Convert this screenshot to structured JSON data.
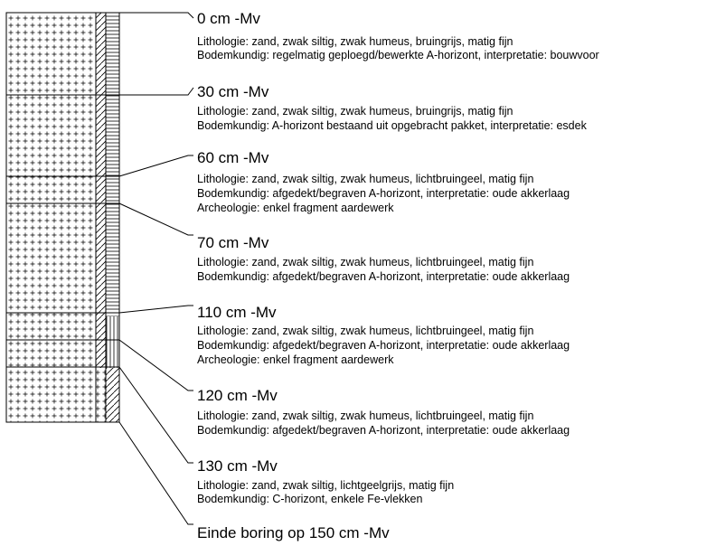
{
  "layers": [
    {
      "depth": "0 cm -Mv",
      "lines": [
        "Lithologie: zand, zwak siltig, zwak humeus, bruingrijs, matig fijn",
        "Bodemkundig: regelmatig geploegd/bewerkte A-horizont, interpretatie: bouwvoor"
      ]
    },
    {
      "depth": "30 cm -Mv",
      "lines": [
        "Lithologie: zand, zwak siltig, zwak humeus, bruingrijs, matig fijn",
        "Bodemkundig: A-horizont bestaand uit opgebracht pakket, interpretatie: esdek"
      ]
    },
    {
      "depth": "60 cm -Mv",
      "lines": [
        "Lithologie: zand, zwak siltig, zwak humeus, lichtbruingeel, matig fijn",
        "Bodemkundig: afgedekt/begraven A-horizont, interpretatie: oude akkerlaag",
        "Archeologie: enkel fragment aardewerk"
      ]
    },
    {
      "depth": "70 cm -Mv",
      "lines": [
        "Lithologie: zand, zwak siltig, zwak humeus, lichtbruingeel, matig fijn",
        "Bodemkundig: afgedekt/begraven A-horizont, interpretatie: oude akkerlaag"
      ]
    },
    {
      "depth": "110 cm -Mv",
      "lines": [
        "Lithologie: zand, zwak siltig, zwak humeus, lichtbruingeel, matig fijn",
        "Bodemkundig: afgedekt/begraven A-horizont, interpretatie: oude akkerlaag",
        "Archeologie: enkel fragment aardewerk"
      ]
    },
    {
      "depth": "120 cm -Mv",
      "lines": [
        "Lithologie: zand, zwak siltig, zwak humeus, lichtbruingeel, matig fijn",
        "Bodemkundig: afgedekt/begraven A-horizont, interpretatie: oude akkerlaag"
      ]
    },
    {
      "depth": "130 cm -Mv",
      "lines": [
        "Lithologie: zand, zwak siltig, lichtgeelgrijs, matig fijn",
        "Bodemkundig: C-horizont, enkele Fe-vlekken"
      ]
    }
  ],
  "end_label": "Einde boring op 150 cm -Mv"
}
